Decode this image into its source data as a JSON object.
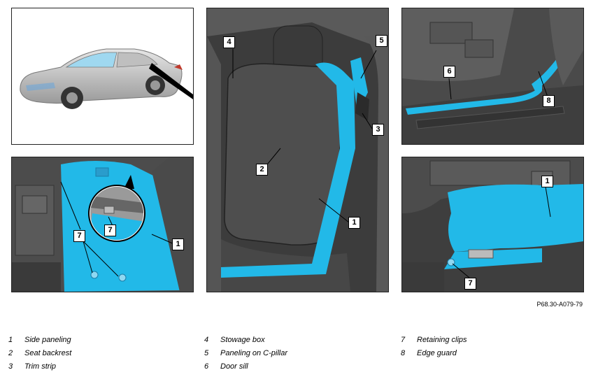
{
  "colors": {
    "highlight": "#22b9e8",
    "interior": "#4a4a4a",
    "frame": "#222222"
  },
  "figure_ref": "P68.30-A079-79",
  "callouts": {
    "p_center_4": "4",
    "p_center_5": "5",
    "p_center_3": "3",
    "p_center_2": "2",
    "p_center_1": "1",
    "p_tr_6": "6",
    "p_tr_8": "8",
    "p_bl_7a": "7",
    "p_bl_7b": "7",
    "p_bl_1": "1",
    "p_br_1": "1",
    "p_br_7": "7"
  },
  "legend": [
    {
      "num": "1",
      "text": "Side paneling"
    },
    {
      "num": "2",
      "text": "Seat backrest"
    },
    {
      "num": "3",
      "text": "Trim strip"
    },
    {
      "num": "4",
      "text": "Stowage box"
    },
    {
      "num": "5",
      "text": "Paneling on C-pillar"
    },
    {
      "num": "6",
      "text": "Door sill"
    },
    {
      "num": "7",
      "text": "Retaining clips"
    },
    {
      "num": "8",
      "text": "Edge guard"
    }
  ]
}
